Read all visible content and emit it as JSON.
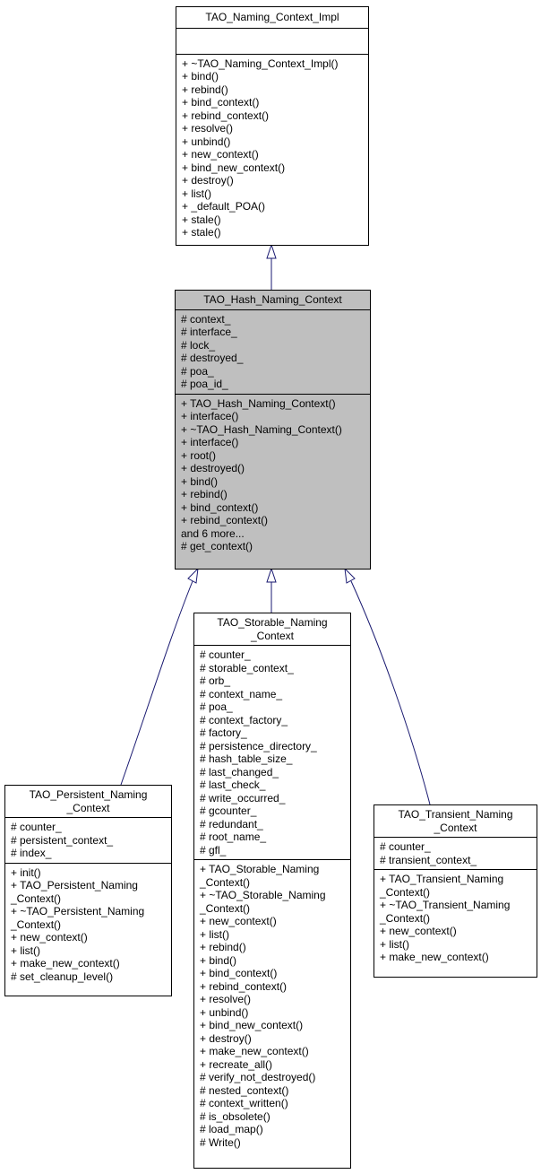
{
  "classes": {
    "impl": {
      "title": [
        "TAO_Naming_Context_Impl"
      ],
      "attributes": [],
      "methods": [
        "+ ~TAO_Naming_Context_Impl()",
        "+ bind()",
        "+ rebind()",
        "+ bind_context()",
        "+ rebind_context()",
        "+ resolve()",
        "+ unbind()",
        "+ new_context()",
        "+ bind_new_context()",
        "+ destroy()",
        "+ list()",
        "+ _default_POA()",
        "+ stale()",
        "+ stale()"
      ]
    },
    "hash": {
      "title": [
        "TAO_Hash_Naming_Context"
      ],
      "attributes": [
        "# context_",
        "# interface_",
        "# lock_",
        "# destroyed_",
        "# poa_",
        "# poa_id_"
      ],
      "methods": [
        "+ TAO_Hash_Naming_Context()",
        "+ interface()",
        "+ ~TAO_Hash_Naming_Context()",
        "+ interface()",
        "+ root()",
        "+ destroyed()",
        "+ bind()",
        "+ rebind()",
        "+ bind_context()",
        "+ rebind_context()",
        "and 6 more...",
        "# get_context()"
      ]
    },
    "persistent": {
      "title": [
        "TAO_Persistent_Naming",
        "_Context"
      ],
      "attributes": [
        "# counter_",
        "# persistent_context_",
        "# index_"
      ],
      "methods": [
        "+ init()",
        "+ TAO_Persistent_Naming",
        "_Context()",
        "+ ~TAO_Persistent_Naming",
        "_Context()",
        "+ new_context()",
        "+ list()",
        "+ make_new_context()",
        "# set_cleanup_level()"
      ]
    },
    "storable": {
      "title": [
        "TAO_Storable_Naming",
        "_Context"
      ],
      "attributes": [
        "# counter_",
        "# storable_context_",
        "# orb_",
        "# context_name_",
        "# poa_",
        "# context_factory_",
        "# factory_",
        "# persistence_directory_",
        "# hash_table_size_",
        "# last_changed_",
        "# last_check_",
        "# write_occurred_",
        "# gcounter_",
        "# redundant_",
        "# root_name_",
        "# gfl_"
      ],
      "methods": [
        "+ TAO_Storable_Naming",
        "_Context()",
        "+ ~TAO_Storable_Naming",
        "_Context()",
        "+ new_context()",
        "+ list()",
        "+ rebind()",
        "+ bind()",
        "+ bind_context()",
        "+ rebind_context()",
        "+ resolve()",
        "+ unbind()",
        "+ bind_new_context()",
        "+ destroy()",
        "+ make_new_context()",
        "+ recreate_all()",
        "# verify_not_destroyed()",
        "# nested_context()",
        "# context_written()",
        "# is_obsolete()",
        "# load_map()",
        "# Write()"
      ]
    },
    "transient": {
      "title": [
        "TAO_Transient_Naming",
        "_Context"
      ],
      "attributes": [
        "# counter_",
        "# transient_context_"
      ],
      "methods": [
        "+ TAO_Transient_Naming",
        "_Context()",
        "+ ~TAO_Transient_Naming",
        "_Context()",
        "+ new_context()",
        "+ list()",
        "+ make_new_context()"
      ]
    }
  },
  "colors": {
    "edge": "#191970",
    "highlight": "#bfbfbf"
  }
}
